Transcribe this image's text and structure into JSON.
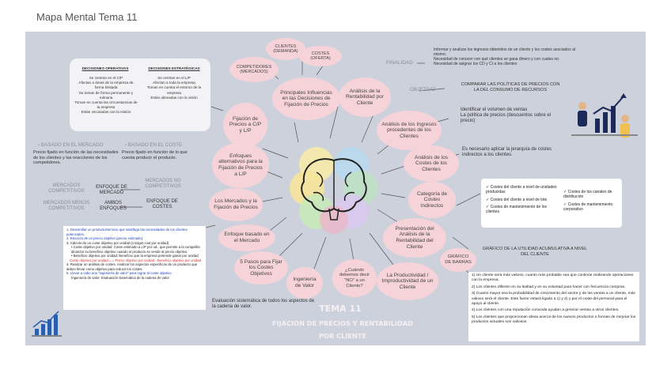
{
  "page_title": "Mapa Mental Tema 11",
  "center": {
    "tema": "TEMA 11",
    "subtitle": "FIJACIÓN DE PRECIOS Y RENTABILIDAD POR CLIENTE"
  },
  "bubbles": {
    "clientes": "CLIENTES (DEMANDA)",
    "costes": "COSTES (OFERTA)",
    "competidores": "COMPETIDORES (MERCADOS)",
    "principios": "Principales Influencias en las Decisiones de Fijación de Precios",
    "analisis_rentabilidad": "Análisis de la Rentabilidad por Cliente",
    "fijacion_cp": "Fijación de Precios a C/P y L/P",
    "enfoques": "Enfoques alternativos para la Fijación de Precios a L/P",
    "ingresos": "Análisis de los Ingresos procedentes de los Clientes",
    "costes_clientes": "Análisis de los Costes de los Clientes",
    "mercados_fijacion": "Los Mercados y la Fijación de Precios",
    "categoria_costes": "Categoría de Costes Indirectos",
    "enfoque_mercado": "Enfoque basado en el Mercado",
    "presentacion": "Presentación del Análisis de la Rentabilidad del Cliente",
    "pasos": "5 Pasos para Fijar los Costes Objetivos",
    "ingenieria": "Ingeniería de Valor",
    "decir_no": "¿Cuándo debemos decir \"NO\" a un Cliente?",
    "productividad": "La Productividad / Improductividad de un Cliente",
    "grafico": "GRÁFICO DE BARRAS"
  },
  "finalidad": {
    "label": "FINALIDAD",
    "items": [
      "Informar y analizar los ingresos obtenidos de un cliente y los costes asociados al mismo.",
      "Necesidad de conocer con qué clientes se gana dinero y con cuales no.",
      "Necesidad de asignar los CD y CI a los clientes"
    ]
  },
  "objetivo": {
    "label": "OBJETIVO",
    "text": "COMPARAR LAS POLÍTICAS DE PRECIOS CON LA DEL CONSUMO DE RECURSOS"
  },
  "ingresos_notes": [
    "Identificar el volumen de ventas",
    "La política de precios (descuentos sobre el precio)"
  ],
  "costes_note": "Es necesario aplicar la jerarquía de costes indirectos a los clientes.",
  "categorias": {
    "col1": [
      "Costes del cliente a nivel de unidades producidas",
      "Costes del cliente a nivel de lote",
      "Costes de mantenimiento de los clientes"
    ],
    "col2": [
      "Costes de los canales de distribución",
      "Costes de mantenimiento corporativo"
    ]
  },
  "grafico_note": "GRÁFICO DE LA UTILIDAD ACUMULATIVA A NIVEL DEL CLIENTE",
  "decisiones": {
    "op_title": "DECISIONES OPERATIVAS",
    "op_items": [
      "Se centran en el C/P",
      "Afectan a áreas de la empresa de forma limitada",
      "Se toman de forma permanente y rutinaria",
      "Toman en cuenta las circunstancias de la empresa",
      "Están vinculadas con la misión"
    ],
    "es_title": "DECISIONES ESTRATÉGICAS",
    "es_items": [
      "Se centran en el L/P",
      "Afectan a toda la empresa",
      "Toman en cuenta el entorno de la empresa",
      "Están alineadas con la visión"
    ]
  },
  "left": {
    "basado_mercado": "BASADO EN EL MERCADO",
    "basado_mercado_text": "Precio fijado en función de las necesidades de los clientes y las reacciones de los competidores.",
    "basado_coste": "BASADO EN EL COSTE",
    "basado_coste_text": "Precio fijado en función de lo que cuesta producir el producto.",
    "mercados_competitivos": "MERCADOS COMPETITIVOS",
    "enfoque_mercado": "ENFOQUE DE MERCADO",
    "mercados_no_competitivos": "MERCADOS NO COMPETITIVOS",
    "mercados_menos": "MERCADOS MENOS COMPETITIVOS",
    "ambos": "AMBOS ENFOQUES",
    "enfoque_costes": "ENFOQUE DE COSTES"
  },
  "pasos_list": [
    "1. Desarrollar un producto/servicio que satisfaga las necesidades de los clientes potenciales.",
    "2. Elección de un precio objetivo (precio estimado).",
    "3. Cálculo de un coste objetivo por unidad (o target cost por unidad)",
    "• Coste objetivo por unidad: Coste estimado a L/P por ud., que permite a la compañía alcanzar su beneficio objetivo cuando el producto se vende al precio objetivo.",
    "• Beneficio objetivo por unidad: Beneficio que la empresa pretende ganar por unidad",
    "Coste objetivo por unidad = = Precio objetivo por unidad - Beneficio objetivo por unidad",
    "4. Realizar un análisis de costes. Analizar los aspectos específicos de un producto que deben llevar como objetivo para reducir los costes.",
    "5. Llevar a cabo una \"ingeniería de valor\" para lograr el coste objetivo.",
    "Ingeniería de valor: Evaluación sistemática de la cadena de valor"
  ],
  "ingenieria_note": "Evaluación sistemática de todos los aspectos de la cadena de valor.",
  "no_list": [
    "1) Un cliente será más valioso, cuanto más probable sea que continúe realizando operaciones con la empresa.",
    "2) Los clientes difieren en su lealtad y en su voluntad para hacer con frecuencia compras.",
    "3) Cuanto mayor sea la probabilidad de crecimiento del sector y de las ventas a un cliente, más valioso será el cliente. Este factor estará ligado a 1) y 2) y por el coste del personal para el apoyo al cliente.",
    "4) Los clientes con una reputación conocida ayudan a generar ventas a otros clientes.",
    "5) Los clientes que proporcionan ideas acerca de los nuevos productos o formas de mejorar los productos actuales son valiosos."
  ]
}
